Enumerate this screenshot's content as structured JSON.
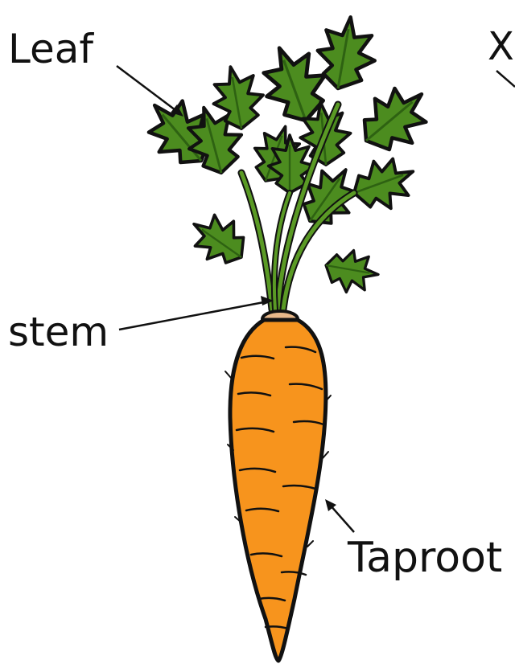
{
  "labels": {
    "leaf": "Leaf",
    "stem": "stem",
    "taproot": "Taproot",
    "cut_off": "X"
  },
  "colors": {
    "carrot_orange": "#F7941D",
    "leaf_green": "#4C8C1F",
    "leaf_dark": "#2E6212",
    "stem_green": "#5A9A25",
    "crown_tan": "#E8B88A",
    "outline": "#111111"
  }
}
